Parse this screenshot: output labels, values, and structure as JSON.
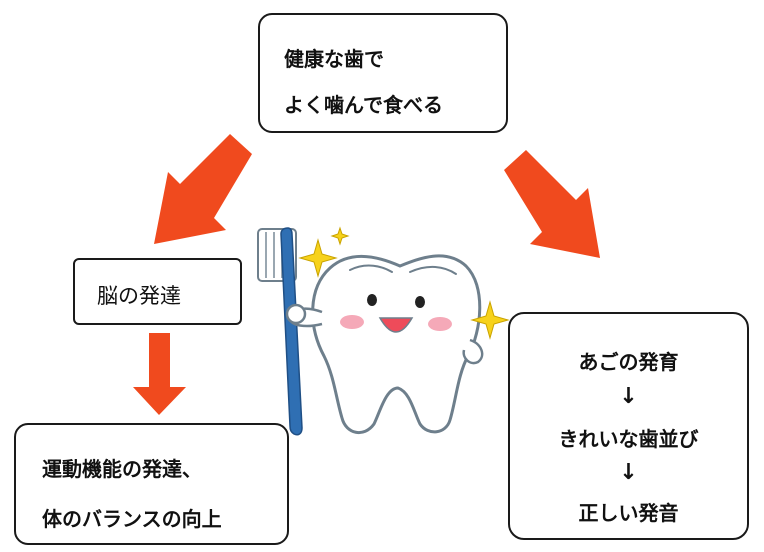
{
  "top_box": {
    "line1": "健康な歯で",
    "line2": "よく噛んで食べる"
  },
  "brain_box": {
    "line1": "脳の発達"
  },
  "motor_box": {
    "line1": "運動機能の発達、",
    "line2": "体のバランスの向上"
  },
  "jaw_box": {
    "line1": "あごの発育",
    "arrow1": "↓",
    "line2": "きれいな歯並び",
    "arrow2": "↓",
    "line3": "正しい発音"
  },
  "colors": {
    "arrow": "#f04a1e",
    "tooth_outline": "#6e7f8c",
    "brush_handle": "#2f6fb3",
    "sparkle": "#f7d21b",
    "cheek": "#f5a9b8"
  },
  "icons": [
    "arrow-down-left-icon",
    "arrow-down-right-icon",
    "arrow-down-icon",
    "tooth-character-icon",
    "toothbrush-icon",
    "sparkle-icon"
  ]
}
